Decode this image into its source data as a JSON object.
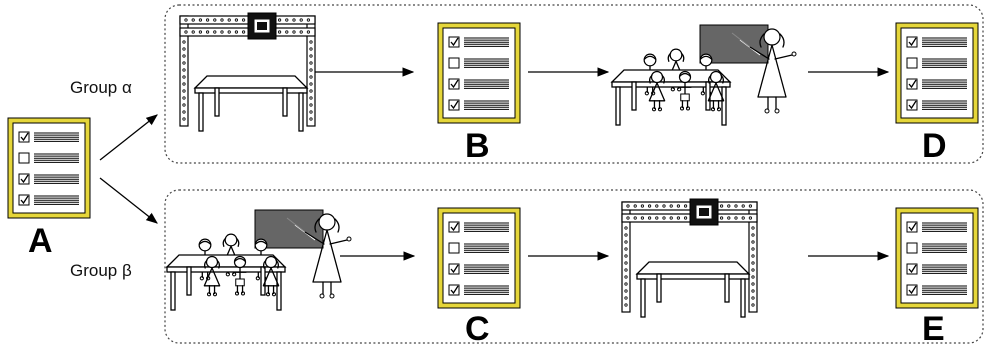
{
  "groups": {
    "alpha": {
      "label": "Group α"
    },
    "beta": {
      "label": "Group β"
    }
  },
  "questionnaires": {
    "A": {
      "letter": "A",
      "checks": [
        true,
        false,
        true,
        true
      ]
    },
    "B": {
      "letter": "B",
      "checks": [
        true,
        false,
        true,
        true
      ]
    },
    "C": {
      "letter": "C",
      "checks": [
        true,
        false,
        true,
        true
      ]
    },
    "D": {
      "letter": "D",
      "checks": [
        true,
        false,
        true,
        true
      ]
    },
    "E": {
      "letter": "E",
      "checks": [
        true,
        false,
        true,
        true
      ]
    }
  },
  "colors": {
    "questionnaire_border": "#e5d63a",
    "blackboard": "#666666",
    "panel_border": "#444444"
  },
  "icons": [
    "questionnaire-icon",
    "robot-gantry-icon",
    "classroom-icon",
    "check-box-icon"
  ]
}
